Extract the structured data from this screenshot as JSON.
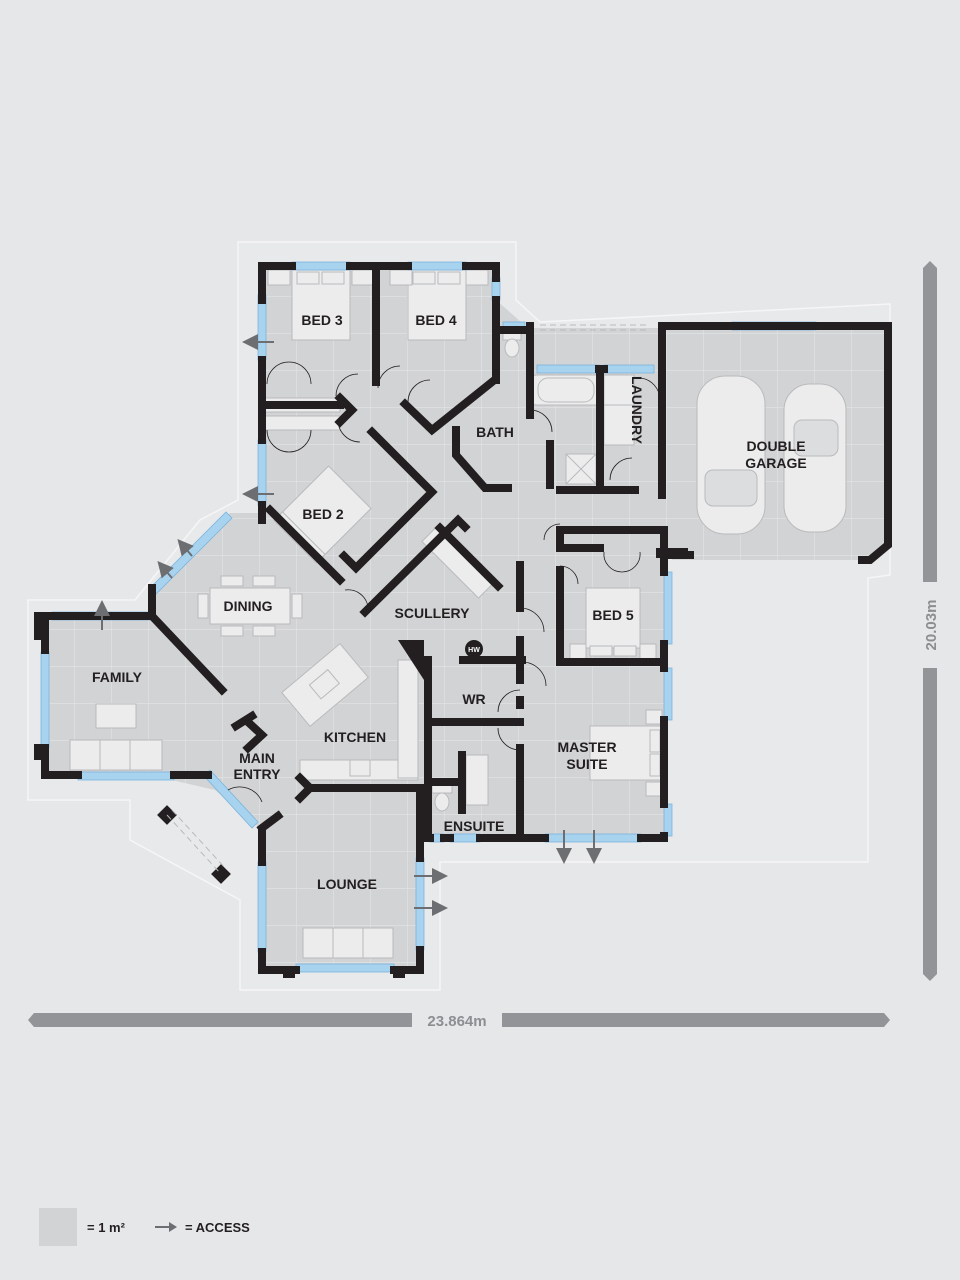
{
  "colors": {
    "background": "#e6e7e9",
    "floor": "#d2d3d5",
    "wall": "#231f20",
    "window": "#a7d3ef",
    "fixture": "#ececed",
    "dimension_bar": "#939498",
    "access_arrow": "#6d6e71"
  },
  "rooms": [
    {
      "id": "bed3",
      "label": "BED 3"
    },
    {
      "id": "bed4",
      "label": "BED 4"
    },
    {
      "id": "bath",
      "label": "BATH"
    },
    {
      "id": "laundry",
      "label": "LAUNDRY"
    },
    {
      "id": "double-garage",
      "label_line1": "DOUBLE",
      "label_line2": "GARAGE"
    },
    {
      "id": "bed2",
      "label": "BED 2"
    },
    {
      "id": "dining",
      "label": "DINING"
    },
    {
      "id": "scullery",
      "label": "SCULLERY"
    },
    {
      "id": "bed5",
      "label": "BED 5"
    },
    {
      "id": "family",
      "label": "FAMILY"
    },
    {
      "id": "wr",
      "label": "WR"
    },
    {
      "id": "kitchen",
      "label": "KITCHEN"
    },
    {
      "id": "master-suite",
      "label_line1": "MASTER",
      "label_line2": "SUITE"
    },
    {
      "id": "main-entry",
      "label_line1": "MAIN",
      "label_line2": "ENTRY"
    },
    {
      "id": "ensuite",
      "label": "ENSUITE"
    },
    {
      "id": "lounge",
      "label": "LOUNGE"
    }
  ],
  "fixtures": {
    "hot_water": "HW"
  },
  "dimensions": {
    "width": "23.864m",
    "depth": "20.03m"
  },
  "legend": {
    "grid": "= 1 m²",
    "access": "= ACCESS"
  }
}
